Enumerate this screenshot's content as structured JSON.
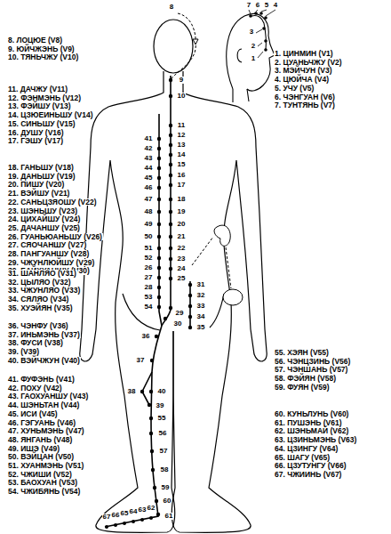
{
  "diagram": {
    "labels": [
      "8. ЛОЦЮЕ (V8)",
      "9. ЮЙЧЖЭНЬ (V9)",
      "10. ТЯНЬЧЖУ (V10)",
      "11. ДАЧЖУ (V11)",
      "12. ФЭНМЭНЬ (V12)",
      "13. ФЭЙШУ (V13)",
      "14. ЦЗЮЕИНЬШУ (V14)",
      "15. СИНЬШУ (V15)",
      "16. ДУШУ (V16)",
      "17. ГЭШУ (V17)",
      "18. ГАНЬШУ (V18)",
      "19. ДАНЬШУ (V19)",
      "20. ПИШУ (V20)",
      "21. ВЭЙШУ (V21)",
      "22. САНЬЦЗЯОШУ (V22)",
      "23. ШЭНЬШУ (V23)",
      "24. ЦИХАЙШУ (V24)",
      "25. ДАЧАНШУ (V25)",
      "26. ГУАНЬЮАНЬШУ (V26)",
      "27. СЯОЧАНШУ (V27)",
      "28. ПАНГУАНШУ (V28)",
      "29. ЧЖУНЛЮЙШУ (V29)",
      "30. БАЙХУАНШУ (V30)",
      "31. ШАНЛЯО (V31)",
      "32. ЦЫЛЯО (V32)",
      "33. ЧЖУНЛЯО (V33)",
      "34. СЯЛЯО (V34)",
      "35. ХУЭЙЯН (V35)",
      "36. ЧЭНФУ (V36)",
      "37. ИНЬМЭНЬ (V37)",
      "38. ФУСИ (V38)",
      "39. (V39)",
      "40. ВЭЙЧЖУН (V40)",
      "41. ФУФЭНЬ (V41)",
      "42. ПОХУ (V42)",
      "43. ГАОХУАНШУ (V43)",
      "44. ШЭНЬТАН (V44)",
      "45. ИСИ (V45)",
      "46. ГЭГУАНЬ (V46)",
      "47. ХУНЬМЭНЬ (V47)",
      "48. ЯНГАНЬ (V48)",
      "49. ИШЭ (V49)",
      "50. ВЭЙЦАН (V50)",
      "51. ХУАНМЭНЬ (V51)",
      "52. ЧЖИШИ (V52)",
      "53. БАОХУАН (V53)",
      "54. ЧЖИБЯНЬ (V54)",
      "1. ЦИНМИН (V1)",
      "2. ЦУАНЬЧЖУ (V2)",
      "3. МЭЙЧУН (V3)",
      "4. ЦЮЙЧА (V4)",
      "5. УЧУ (V5)",
      "6. ЧЭНГУАН (V6)",
      "7. ТУНТЯНЬ (V7)",
      "55. ХЭЯН (V55)",
      "56. ЧЭНЦЗИНЬ (V56)",
      "57. ЧЭНШАНЬ (V57)",
      "58. ФЭЙЯН (V58)",
      "59. ФУЯН (V59)",
      "60. КУНЬЛУНЬ (V60)",
      "61. ПУШЭНЬ (V61)",
      "62. ШЭНЬМАЙ (V62)",
      "63. ЦЗИНЬМЭНЬ (V63)",
      "64. ЦЗИНГУ (V64)",
      "65. ШАГУ (V65)",
      "66. ЦЗУТУНГУ (V66)",
      "67. ЧЖИИНЬ (V67)",
      "1",
      "2",
      "3",
      "4",
      "5",
      "6",
      "7",
      "8",
      "9",
      "10",
      "11",
      "12",
      "13",
      "14",
      "15",
      "16",
      "17",
      "18",
      "19",
      "20",
      "21",
      "22",
      "23",
      "24",
      "25",
      "26",
      "27",
      "28",
      "29",
      "30",
      "31",
      "32",
      "33",
      "34",
      "35",
      "36",
      "37",
      "38",
      "39",
      "40",
      "41",
      "42",
      "43",
      "44",
      "45",
      "46",
      "47",
      "48",
      "49",
      "50",
      "51",
      "52",
      "53",
      "54",
      "55",
      "56",
      "57",
      "58",
      "59",
      "60",
      "61",
      "62",
      "63",
      "64",
      "65",
      "66",
      "67"
    ]
  }
}
